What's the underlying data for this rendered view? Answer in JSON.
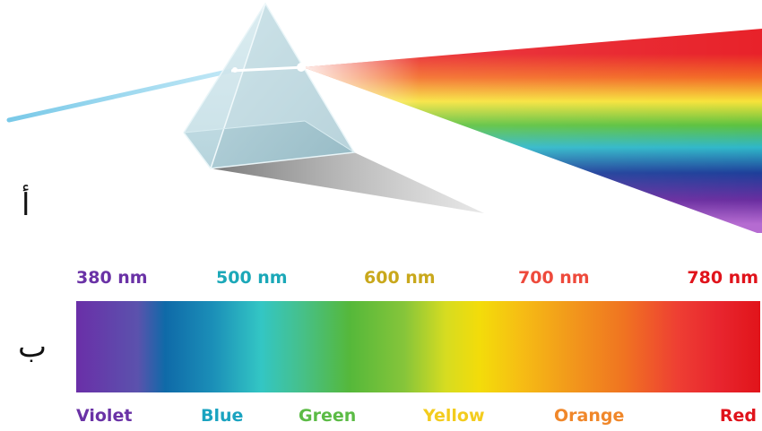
{
  "panel_labels": {
    "a": "أ",
    "b": "ب"
  },
  "wavelength_labels": [
    {
      "text": "380 nm",
      "color": "#6a32a6"
    },
    {
      "text": "500 nm",
      "color": "#1ba8b8"
    },
    {
      "text": "600 nm",
      "color": "#c9a81c"
    },
    {
      "text": "700 nm",
      "color": "#ee4a3c"
    },
    {
      "text": "780 nm",
      "color": "#e0131b"
    }
  ],
  "color_names": [
    {
      "text": "Violet",
      "color": "#6a32a6"
    },
    {
      "text": "Blue",
      "color": "#1aa3c0"
    },
    {
      "text": "Green",
      "color": "#5bbb45"
    },
    {
      "text": "Yellow",
      "color": "#f3cc1e"
    },
    {
      "text": "Orange",
      "color": "#f0872a"
    },
    {
      "text": "Red",
      "color": "#e0131b"
    }
  ]
}
